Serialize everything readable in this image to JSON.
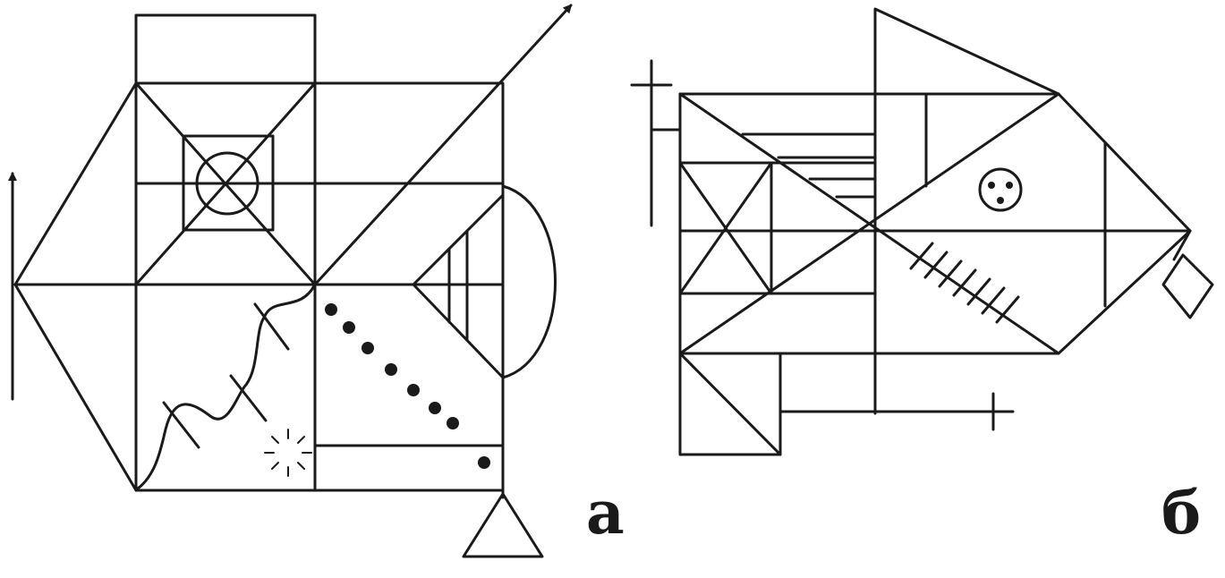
{
  "figure": {
    "panels": [
      {
        "id": "a",
        "label": "а"
      },
      {
        "id": "b",
        "label": "б"
      }
    ],
    "colors": {
      "ink": "#1a1a1a",
      "background": "#ffffff"
    }
  }
}
